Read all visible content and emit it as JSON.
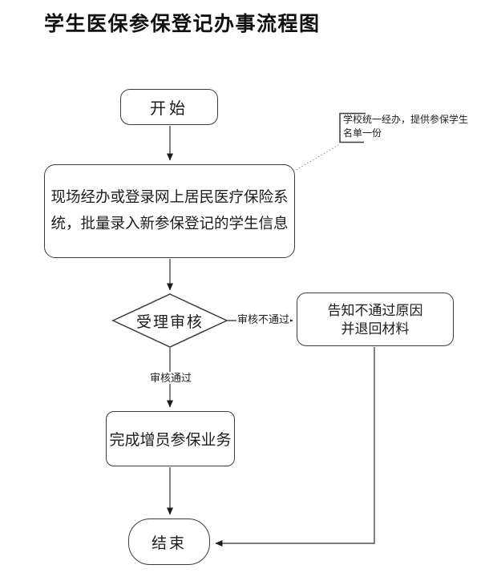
{
  "page": {
    "background": "#ffffff",
    "border_color": "#3c3c3c",
    "line_color": "#4d4d4d",
    "arrow_color": "#1c1c1c"
  },
  "title": "学生医保参保登记办事流程图",
  "flowchart": {
    "nodes": {
      "start": {
        "type": "terminator",
        "label": "开始"
      },
      "entry": {
        "type": "process",
        "label": "现场经办或登录网上居民医疗保险系\n统，批量录入新参保登记的学生信息"
      },
      "review": {
        "type": "decision",
        "label": "受理审核"
      },
      "reject": {
        "type": "process",
        "label": "告知不通过原因\n并退回材料"
      },
      "complete": {
        "type": "process",
        "label": "完成增员参保业务"
      },
      "end": {
        "type": "terminator",
        "label": "结束"
      }
    },
    "edge_labels": {
      "review_fail": "审核不通过",
      "review_pass": "审核通过"
    },
    "annotation": "学校统一经办，提供参保学生\n名单一份"
  }
}
